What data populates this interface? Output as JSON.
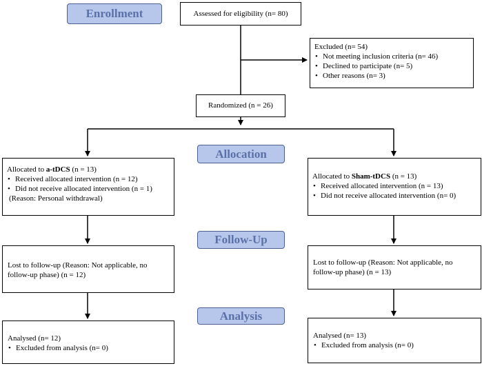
{
  "stages": {
    "enrollment": "Enrollment",
    "allocation": "Allocation",
    "follow_up": "Follow-Up",
    "analysis": "Analysis"
  },
  "assessed": "Assessed for eligibility (n= 80)",
  "excluded": {
    "title": "Excluded  (n= 54)",
    "items": [
      "Not meeting inclusion criteria (n= 46)",
      "Declined to participate (n= 5)",
      "Other reasons (n= 3)"
    ]
  },
  "randomized": "Randomized (n = 26)",
  "left": {
    "alloc_prefix": "Allocated to ",
    "alloc_group": "a-tDCS",
    "alloc_suffix": " (n = 13)",
    "alloc_items": [
      "Received allocated intervention (n = 12)",
      "Did not receive allocated intervention (n = 1)"
    ],
    "alloc_reason": "(Reason: Personal withdrawal)",
    "followup": "Lost to follow-up (Reason: Not applicable, no follow-up phase) (n = 12)",
    "analysed": "Analysed  (n= 12)",
    "analysis_items": [
      "Excluded from analysis (n= 0)"
    ]
  },
  "right": {
    "alloc_prefix": "Allocated to ",
    "alloc_group": "Sham-tDCS",
    "alloc_suffix": " (n = 13)",
    "alloc_items": [
      "Received allocated intervention (n = 13)",
      "Did not receive allocated intervention (n= 0)"
    ],
    "followup": "Lost to follow-up (Reason: Not applicable, no follow-up phase) (n = 13)",
    "analysed": "Analysed (n= 13)",
    "analysis_items": [
      "Excluded from analysis (n= 0)"
    ]
  }
}
